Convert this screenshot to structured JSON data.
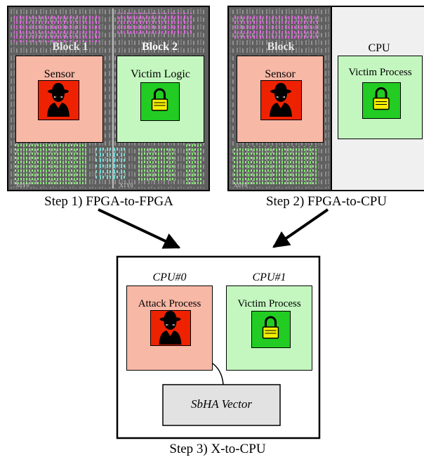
{
  "panels": {
    "step1": {
      "block_left_label": "Block 1",
      "block_right_label": "Block 2",
      "sensor_label": "Sensor",
      "victim_label": "Victim Logic",
      "caption": "Step 1) FPGA-to-FPGA",
      "fabric_corner_text": "X0Y0",
      "fabric_corner_text_right": "X1Y0"
    },
    "step2": {
      "block_label": "Block",
      "cpu_label": "CPU",
      "sensor_label": "Sensor",
      "victim_label": "Victim Process",
      "caption": "Step 2) FPGA-to-CPU",
      "fabric_corner_text": "X0Y0"
    },
    "step3": {
      "cpu0_label": "CPU#0",
      "cpu1_label": "CPU#1",
      "attack_label": "Attack Process",
      "victim_label": "Victim Process",
      "vector_label": "SbHA Vector",
      "caption": "Step 3) X-to-CPU"
    }
  },
  "icons": {
    "attacker": "spy-icon",
    "victim": "padlock-icon"
  },
  "colors": {
    "fpga_background": "#5f5f5f",
    "sensor_fill": "#f8b8a6",
    "victim_fill": "#c4f7c0",
    "attacker_square": "#ee2200",
    "lock_square": "#22cc22",
    "lock_body": "#f4ee00",
    "cpu_area": "#f0f0f0",
    "vector_fill": "#e2e2e2"
  }
}
